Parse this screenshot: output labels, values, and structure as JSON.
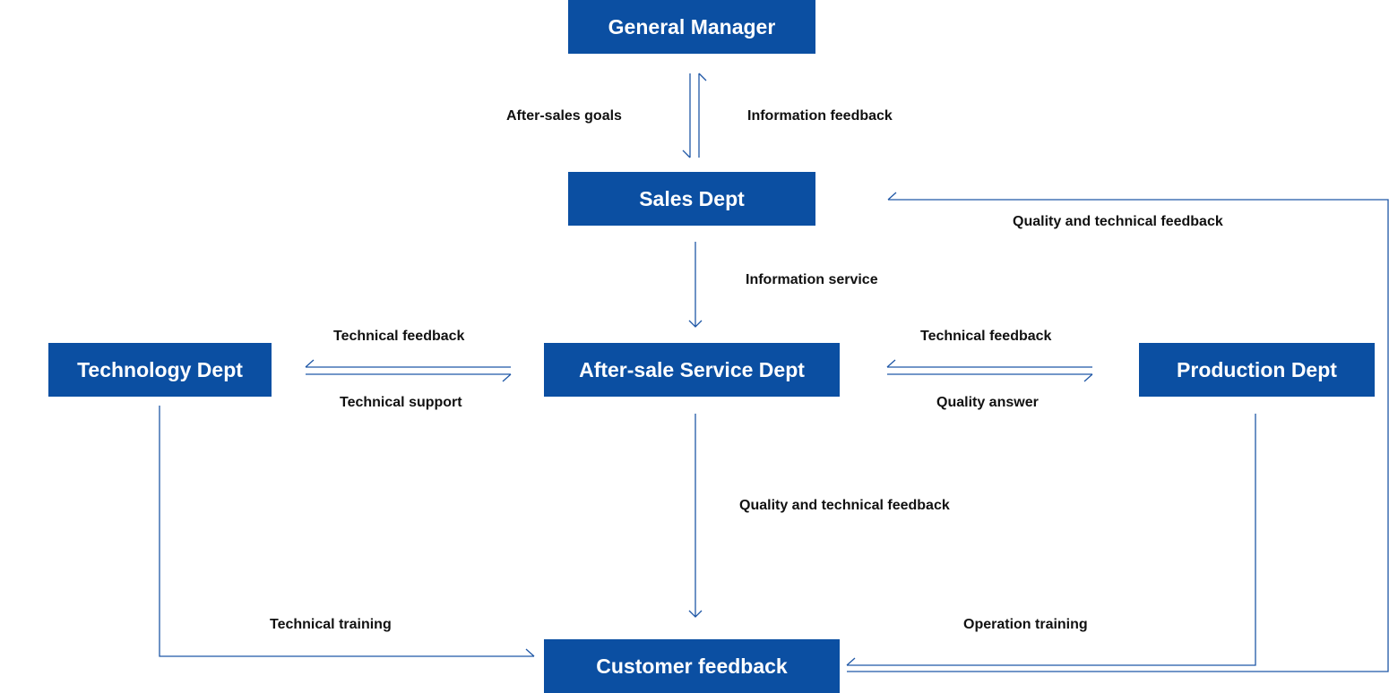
{
  "colors": {
    "box_fill": "#0b4fa2",
    "box_text": "#ffffff",
    "line": "#1f57a6",
    "label_text": "#111111"
  },
  "nodes": {
    "general_manager": "General Manager",
    "sales": "Sales Dept",
    "after_sale": "After-sale Service Dept",
    "technology": "Technology Dept",
    "production": "Production Dept",
    "customer": "Customer feedback"
  },
  "edges": {
    "after_sales_goals": "After-sales goals",
    "information_feedback": "Information feedback",
    "information_service": "Information service",
    "quality_technical_feedback_top": "Quality and technical feedback",
    "technical_feedback_left": "Technical feedback",
    "technical_support": "Technical support",
    "technical_feedback_right": "Technical feedback",
    "quality_answer": "Quality answer",
    "quality_technical_feedback_mid": "Quality and technical feedback",
    "technical_training": "Technical training",
    "operation_training": "Operation training"
  }
}
